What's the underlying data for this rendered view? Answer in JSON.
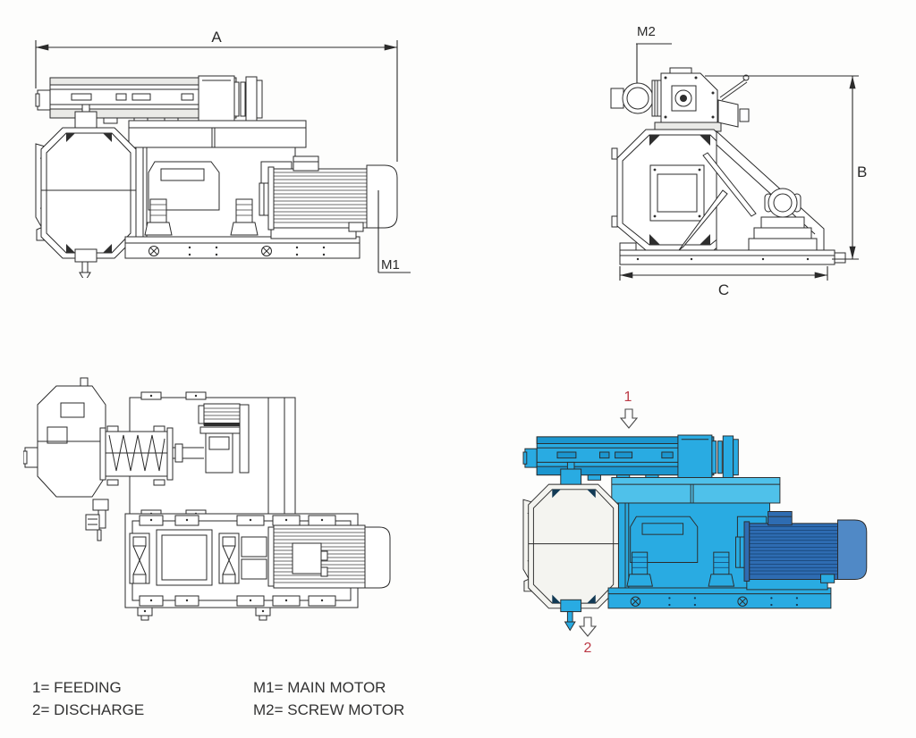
{
  "document": {
    "type": "technical-drawing",
    "subject": "pellet mill machine - dimensional views",
    "background": "#fdfdfc",
    "line_color": "#2b2b2b"
  },
  "dimensions": {
    "length": "A",
    "height": "B",
    "width": "C"
  },
  "motor_labels": {
    "main": "M1",
    "screw": "M2"
  },
  "flow_markers": {
    "feeding": "1",
    "discharge": "2"
  },
  "legend": {
    "items": [
      {
        "text": "1= FEEDING"
      },
      {
        "text": "2= DISCHARGE"
      },
      {
        "text": "M1= MAIN MOTOR"
      },
      {
        "text": "M2= SCREW MOTOR"
      }
    ]
  },
  "colors": {
    "machine_cyan": "#29abe2",
    "machine_cyan_dark": "#1b96cf",
    "machine_cyan_light": "#4fc1ea",
    "motor_blue": "#2e6cb2",
    "motor_blue_dark": "#16406f",
    "motor_cap_blue": "#5089c6",
    "marker_red": "#bc3a46"
  }
}
